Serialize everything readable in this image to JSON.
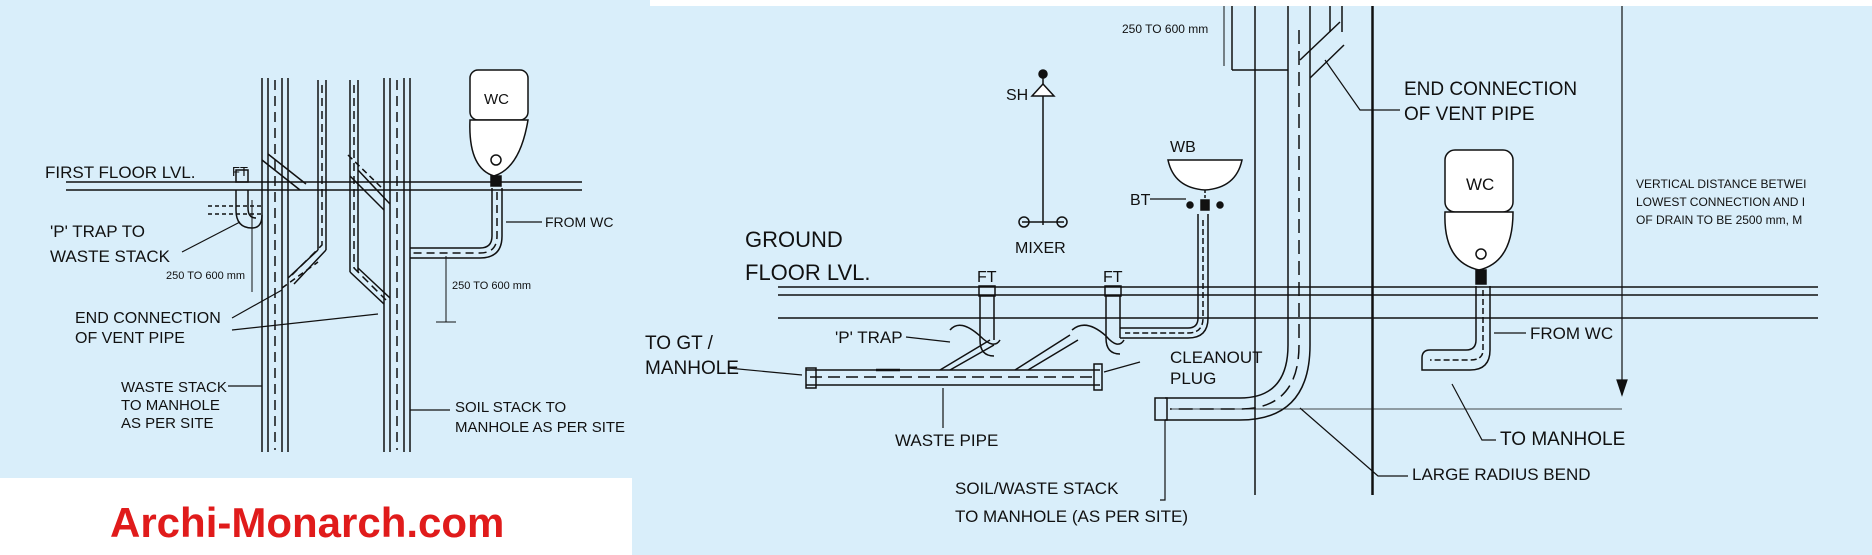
{
  "left": {
    "first_floor": "FIRST FLOOR LVL.",
    "ft": "FT",
    "p_trap_1": "'P' TRAP TO",
    "p_trap_2": "WASTE STACK",
    "dist_a": "250 TO 600 mm",
    "dist_b": "250 TO 600 mm",
    "end_conn_1": "END CONNECTION",
    "end_conn_2": "OF VENT PIPE",
    "waste_1": "WASTE STACK",
    "waste_2": "TO MANHOLE",
    "waste_3": "AS PER SITE",
    "soil_1": "SOIL STACK TO",
    "soil_2": "MANHOLE AS PER SITE",
    "from_wc": "FROM WC",
    "wc": "WC"
  },
  "right": {
    "top_dist": "250 TO 600 mm",
    "end_conn_1": "END CONNECTION",
    "end_conn_2": "OF VENT PIPE",
    "sh": "SH",
    "mixer": "MIXER",
    "wb": "WB",
    "bt": "BT",
    "ground_1": "GROUND",
    "ground_2": "FLOOR LVL.",
    "ft1": "FT",
    "ft2": "FT",
    "to_gt_1": "TO GT /",
    "to_gt_2": "MANHOLE",
    "p_trap": "'P' TRAP",
    "cleanout_1": "CLEANOUT",
    "cleanout_2": "PLUG",
    "waste_pipe": "WASTE PIPE",
    "soil_1": "SOIL/WASTE STACK",
    "soil_2": "TO MANHOLE (AS PER SITE)",
    "large_bend": "LARGE RADIUS BEND",
    "to_manhole": "TO MANHOLE",
    "from_wc": "FROM WC",
    "wc": "WC",
    "vert_1": "VERTICAL DISTANCE BETWEI",
    "vert_2": "LOWEST CONNECTION AND I",
    "vert_3": "OF DRAIN TO BE  2500 mm, M"
  },
  "watermark": "Archi-Monarch.com",
  "colors": {
    "background": "#d9eefa",
    "line": "#111111",
    "watermark": "#e01b1b"
  }
}
